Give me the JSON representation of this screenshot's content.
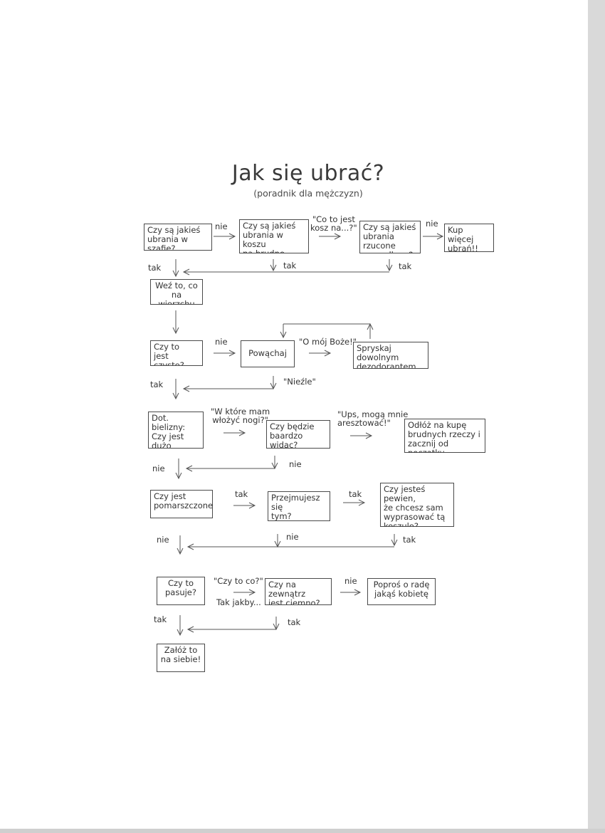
{
  "title": "Jak się ubrać?",
  "subtitle": "(poradnik dla mężczyzn)",
  "nodes": {
    "n1": "Czy są jakieś\nubrania w szafie?",
    "n2": "Czy są jakieś\nubrania w koszu\nna brudne rzeczy?",
    "n3": "Czy są jakieś\nubrania rzucone\nna podłogę?",
    "n4": "Kup więcej\nubrań!!",
    "n5": "Weź to, co\nna wierzchu",
    "n6": "Czy to\njest czyste?",
    "n7": "Powąchaj to",
    "n8": "Spryskaj dowolnym\ndezodorantem",
    "n9": "Dot. bielizny:\nCzy jest dużo\ndziur?",
    "n10": "Czy będzie\nbaardzo widac?",
    "n11": "Odłóż na kupę\nbrudnych rzeczy i\nzacznij od początku",
    "n12": "Czy jest\npomarszczone?",
    "n13": "Przejmujesz się\ntym?",
    "n14": "Czy jesteś pewien,\nże chcesz sam\nwyprasować tą\nkoszulę?",
    "n15": "Czy to\npasuje?",
    "n16": "Czy na zewnątrz\njest ciemno?",
    "n17": "Poproś o radę\njakąś kobietę",
    "n18": "Załóż to\nna siebie!"
  },
  "labels": {
    "l1": "nie",
    "l2": "\"Co to jest\nkosz na...?\"",
    "l3": "nie",
    "l4": "tak",
    "l5": "tak",
    "l6": "tak",
    "l7": "nie",
    "l8": "\"O mój Boże!\"",
    "l9": "tak",
    "l10": "\"Nieźle\"",
    "l11": "\"W które mam\nwłożyć nogi?\"",
    "l12": "\"Ups, mogą mnie\naresztować!\"",
    "l13": "nie",
    "l14": "nie",
    "l15": "tak",
    "l16": "tak",
    "l17": "nie",
    "l18": "nie",
    "l19": "tak",
    "l20": "\"Czy to co?\"",
    "l21": "Tak jakby...",
    "l22": "nie",
    "l23": "tak",
    "l24": "tak"
  }
}
